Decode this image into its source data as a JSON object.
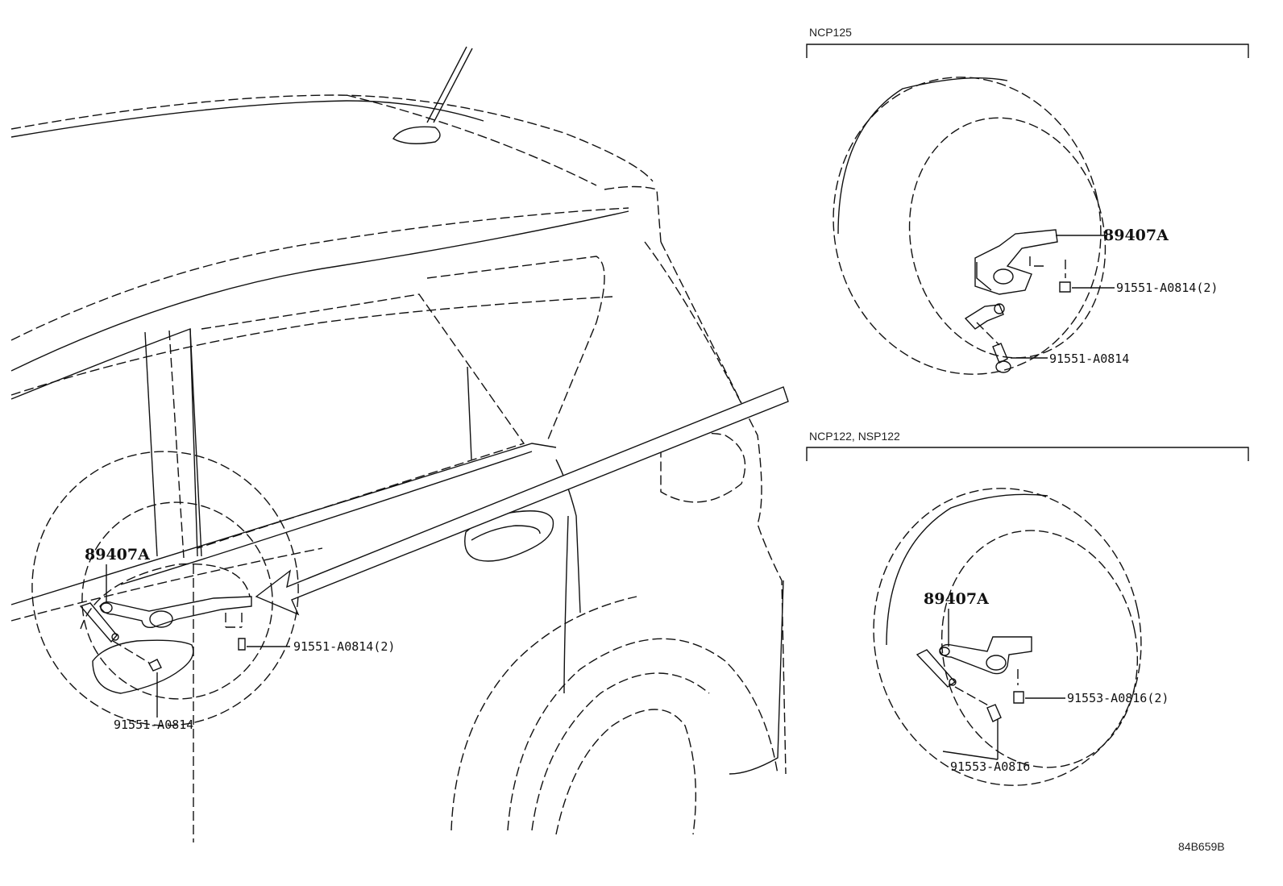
{
  "variants": {
    "top_header": "NCP125",
    "bottom_header": "NCP122, NSP122"
  },
  "main_view": {
    "sensor_label": "89407A",
    "bolt_label_1": "91551-A0814(2)",
    "bolt_label_2": "91551-A0814"
  },
  "ncp125_view": {
    "sensor_label": "89407A",
    "bolt_label_1": "91551-A0814(2)",
    "bolt_label_2": "91551-A0814"
  },
  "ncp122_view": {
    "sensor_label": "89407A",
    "bolt_label_1": "91553-A0816(2)",
    "bolt_label_2": "91553-A0816"
  },
  "illustration_code": "84B659B"
}
